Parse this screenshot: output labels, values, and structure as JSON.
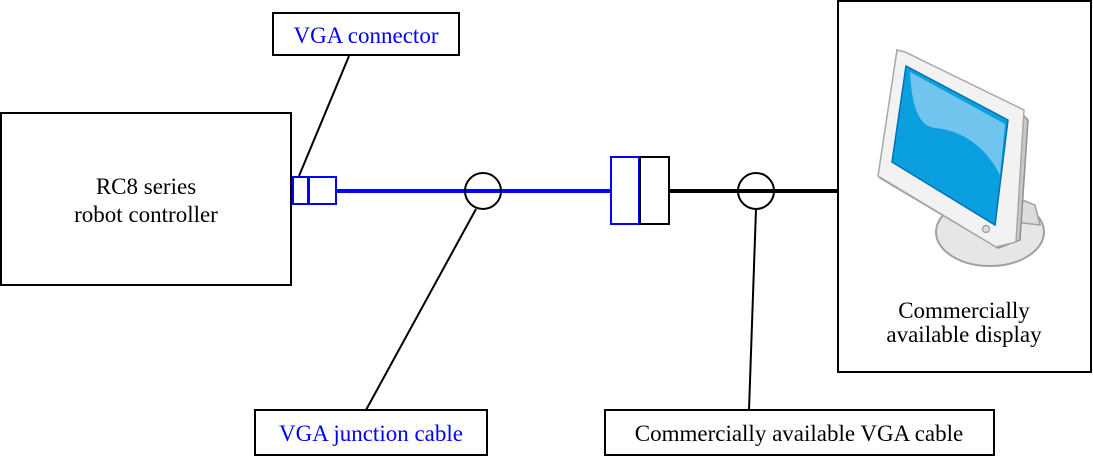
{
  "diagram": {
    "controller": {
      "line1": "RC8 series",
      "line2": "robot controller"
    },
    "display": {
      "line1": "Commercially",
      "line2": "available display"
    },
    "labels": {
      "vga_connector": "VGA connector",
      "vga_junction_cable": "VGA junction cable",
      "commercial_vga_cable": "Commercially available VGA cable"
    },
    "colors": {
      "blue": "#0000ff",
      "black": "#000000",
      "screen": "#0aa0e0"
    }
  }
}
